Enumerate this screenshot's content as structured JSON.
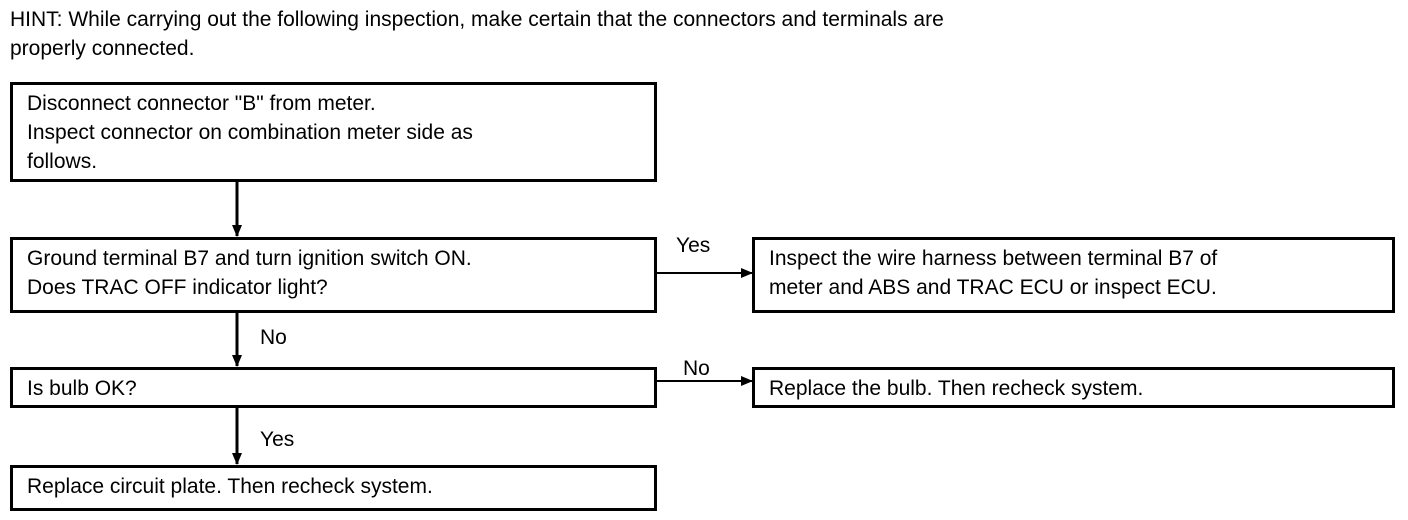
{
  "hint": {
    "lines": [
      "HINT: While carrying out the following inspection, make certain that the connectors and terminals are",
      "properly connected."
    ]
  },
  "step1": {
    "lines": [
      "Disconnect connector \"B\" from meter.",
      "Inspect connector on combination meter side as",
      "follows."
    ]
  },
  "step2": {
    "lines": [
      "Ground terminal B7 and turn ignition switch ON.",
      "Does TRAC OFF indicator light?"
    ]
  },
  "step2_yes_result": {
    "lines": [
      "Inspect the wire harness between terminal B7 of",
      "meter and ABS and TRAC ECU or inspect ECU."
    ]
  },
  "step3": {
    "lines": [
      "Is bulb OK?"
    ]
  },
  "step3_no_result": {
    "lines": [
      "Replace the bulb. Then recheck system."
    ]
  },
  "step4": {
    "lines": [
      "Replace circuit plate. Then recheck system."
    ]
  },
  "labels": {
    "yes_right": "Yes",
    "no_down": "No",
    "no_right": "No",
    "yes_down": "Yes"
  }
}
